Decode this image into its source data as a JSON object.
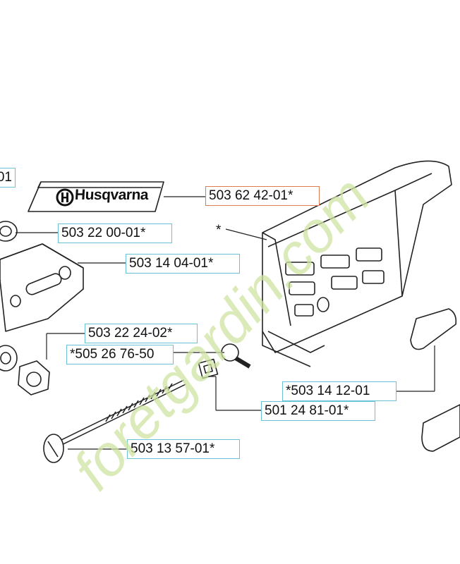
{
  "brand": {
    "logo_text": "Husqvarna"
  },
  "parts": {
    "cut_top_left": "01",
    "guide_plate_label": "503 62 42-01*",
    "nut_a": "503 22 00-01*",
    "bar_plate": "503 14 04-01*",
    "nut_b": "503 22 24-02*",
    "adjuster_pin": "*505 26 76-50",
    "clutch_cover": "*503 14 12-01",
    "tensioner_block": "501 24 81-01*",
    "tension_screw": "503 13 57-01*",
    "asterisk_note": "*"
  },
  "watermark": {
    "text": "foretgardin.com"
  },
  "colors": {
    "label_border": "#6ac2d8",
    "highlight_border": "#e07a50",
    "line": "#222222",
    "watermark_green": "#cfe3a2",
    "watermark_tan": "#d9cdb8"
  }
}
